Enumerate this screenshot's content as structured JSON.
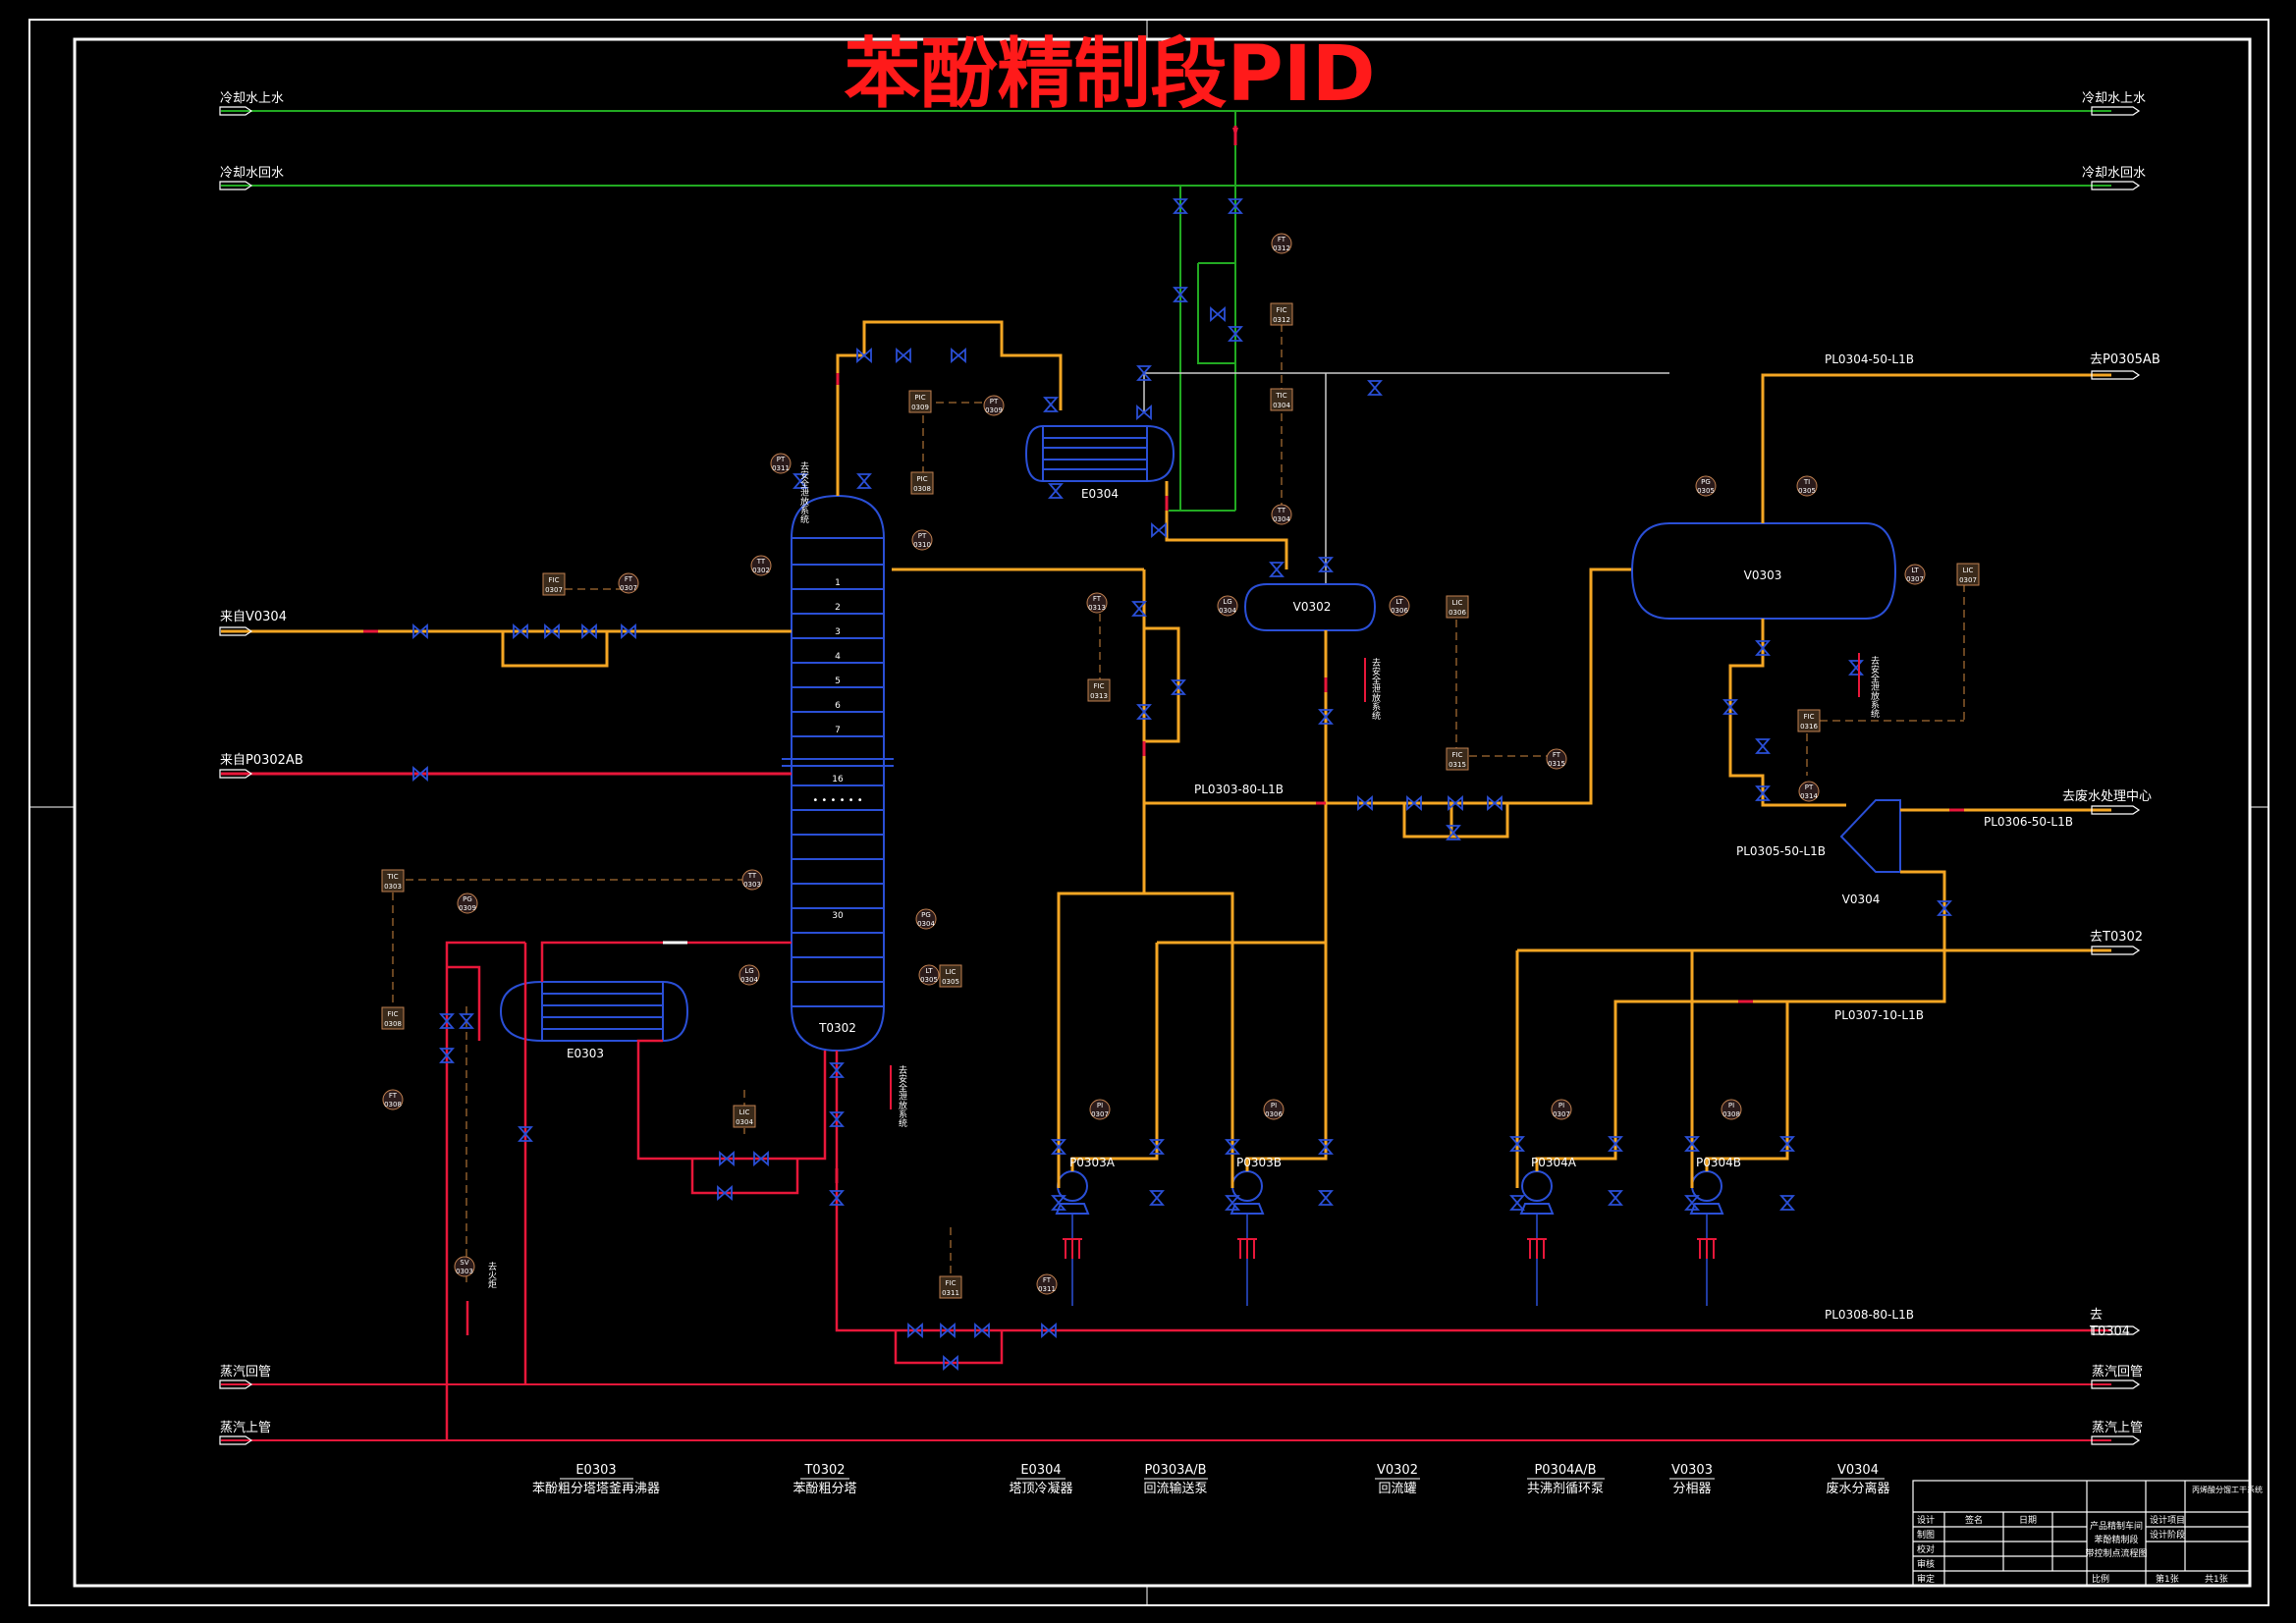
{
  "title": "苯酚精制段PID",
  "colors": {
    "background": "#000000",
    "title": "#ff1a1a",
    "cooling_water": "#22aa22",
    "process": "#f5a623",
    "steam": "#e8173a",
    "equipment": "#2a4fd6",
    "instrument_line": "#8b5a2b",
    "text": "#ffffff",
    "frame": "#ffffff"
  },
  "utility_lines": {
    "cw_supply_left": "冷却水上水",
    "cw_supply_right": "冷却水上水",
    "cw_return_left": "冷却水回水",
    "cw_return_right": "冷却水回水",
    "steam_return_left": "蒸汽回管",
    "steam_return_right": "蒸汽回管",
    "steam_supply_left": "蒸汽上管",
    "steam_supply_right": "蒸汽上管"
  },
  "streams": {
    "from_v0304": "来自V0304",
    "from_p0302ab": "来自P0302AB",
    "to_p0305ab": "去P0305AB",
    "to_wastewater": "去废水处理中心",
    "to_t0302": "去T0302",
    "to_t0304_a": "去",
    "to_t0304_b": "T0304"
  },
  "line_numbers": {
    "pl0304": "PL0304-50-L1B",
    "pl0303": "PL0303-80-L1B",
    "pl0305": "PL0305-50-L1B",
    "pl0306": "PL0306-50-L1B",
    "pl0307": "PL0307-10-L1B",
    "pl0308": "PL0308-80-L1B"
  },
  "equipment_tags": {
    "t0302": "T0302",
    "e0303": "E0303",
    "e0304": "E0304",
    "v0302": "V0302",
    "v0303": "V0303",
    "v0304": "V0304",
    "p0303a": "P0303A",
    "p0303b": "P0303B",
    "p0304a": "P0304A",
    "p0304b": "P0304B"
  },
  "tray_numbers": [
    "1",
    "2",
    "3",
    "4",
    "5",
    "6",
    "7",
    "16",
    "30"
  ],
  "instruments": {
    "fic0307": [
      "FIC",
      "0307"
    ],
    "ft0307": [
      "FT",
      "0307"
    ],
    "pic0308": [
      "PIC",
      "0308"
    ],
    "pt0309": [
      "PT",
      "0309"
    ],
    "pic0309": [
      "PIC",
      "0309"
    ],
    "pt0310": [
      "PT",
      "0310"
    ],
    "pt0311": [
      "PT",
      "0311"
    ],
    "ft0312": [
      "FT",
      "0312"
    ],
    "fic0312": [
      "FIC",
      "0312"
    ],
    "tic0304": [
      "TIC",
      "0304"
    ],
    "tt0304": [
      "TT",
      "0304"
    ],
    "ft0313": [
      "FT",
      "0313"
    ],
    "fic0313": [
      "FIC",
      "0313"
    ],
    "lg0304": [
      "LG",
      "0304"
    ],
    "lt0306": [
      "LT",
      "0306"
    ],
    "lic0306": [
      "LIC",
      "0306"
    ],
    "fic0315": [
      "FIC",
      "0315"
    ],
    "ft0315": [
      "FT",
      "0315"
    ],
    "pg0305": [
      "PG",
      "0305"
    ],
    "ti0305": [
      "TI",
      "0305"
    ],
    "lt0307": [
      "LT",
      "0307"
    ],
    "lic0307": [
      "LIC",
      "0307"
    ],
    "fic0316": [
      "FIC",
      "0316"
    ],
    "pt0314": [
      "PT",
      "0314"
    ],
    "tic0303": [
      "TIC",
      "0303"
    ],
    "tt0303": [
      "TT",
      "0303"
    ],
    "pg0309": [
      "PG",
      "0309"
    ],
    "pg0304": [
      "PG",
      "0304"
    ],
    "fic0308": [
      "FIC",
      "0308"
    ],
    "ft0308": [
      "FT",
      "0308"
    ],
    "lg0304b": [
      "LG",
      "0304"
    ],
    "lt0305": [
      "LT",
      "0305"
    ],
    "lic0305": [
      "LIC",
      "0305"
    ],
    "lic0304": [
      "LIC",
      "0304"
    ],
    "sv0303": [
      "SV",
      "0303"
    ],
    "fic0311": [
      "FIC",
      "0311"
    ],
    "ft0311": [
      "FT",
      "0311"
    ],
    "pi0307": [
      "PI",
      "0307"
    ],
    "pi0306": [
      "PI",
      "0306"
    ],
    "pi0307b": [
      "PI",
      "0307"
    ],
    "pi0308": [
      "PI",
      "0308"
    ],
    "tt0302": [
      "TT",
      "0302"
    ]
  },
  "notes": {
    "to_safe_vent": "去安全泄放系统",
    "vent": "去火炬"
  },
  "legend": [
    {
      "tag": "E0303",
      "name": "苯酚粗分塔塔釜再沸器"
    },
    {
      "tag": "T0302",
      "name": "苯酚粗分塔"
    },
    {
      "tag": "E0304",
      "name": "塔顶冷凝器"
    },
    {
      "tag": "P0303A/B",
      "name": "回流输送泵"
    },
    {
      "tag": "V0302",
      "name": "回流罐"
    },
    {
      "tag": "P0304A/B",
      "name": "共沸剂循环泵"
    },
    {
      "tag": "V0303",
      "name": "分相器"
    },
    {
      "tag": "V0304",
      "name": "废水分离器"
    }
  ],
  "title_block": {
    "company": "丙烯酸分馏工干系统",
    "drawing_title_1": "产品精制车间",
    "drawing_title_2": "苯酚精制段",
    "drawing_title_3": "带控制点流程图",
    "row_labels": [
      "设计",
      "制图",
      "校对",
      "审核",
      "审定"
    ],
    "col_labels": [
      "签名",
      "日期"
    ],
    "right_labels": [
      "设计项目",
      "设计阶段"
    ],
    "scale_label": "比例",
    "sheet_label": "第1张",
    "total_label": "共1张"
  }
}
